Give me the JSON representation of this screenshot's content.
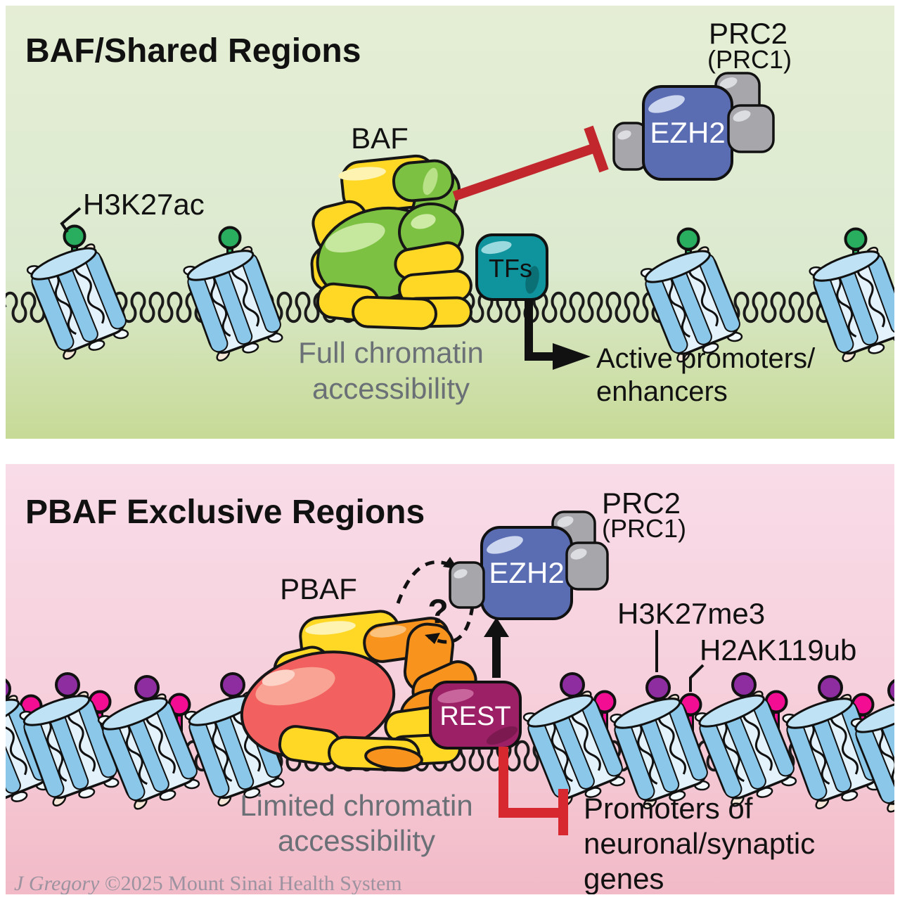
{
  "top_panel": {
    "title": "BAF/Shared Regions",
    "complex_label": "BAF",
    "histone_mark_label": "H3K27ac",
    "prc2_label": "PRC2",
    "prc1_label": "(PRC1)",
    "ezh2_label": "EZH2",
    "tfs_label": "TFs",
    "note_line1": "Full chromatin",
    "note_line2": "accessibility",
    "outcome_line1": "Active promoters/",
    "outcome_line2": "enhancers"
  },
  "bottom_panel": {
    "title": "PBAF Exclusive Regions",
    "complex_label": "PBAF",
    "prc2_label": "PRC2",
    "prc1_label": "(PRC1)",
    "ezh2_label": "EZH2",
    "rest_label": "REST",
    "question_mark": "?",
    "mark_h3k27me3_label": "H3K27me3",
    "mark_h2ak119ub_label": "H2AK119ub",
    "note_line1": "Limited chromatin",
    "note_line2": "accessibility",
    "outcome_line1": "Promoters of",
    "outcome_line2": "neuronal/synaptic",
    "outcome_line3": "genes"
  },
  "credit": {
    "artist": "J Gregory ",
    "rest": "©2025 Mount Sinai Health System"
  },
  "colors": {
    "top_panel_bg_top": "#e5eed5",
    "top_panel_bg_bottom": "#c7da96",
    "bottom_panel_bg_top": "#f8dce8",
    "bottom_panel_bg_bottom": "#f2bac7",
    "baf_yellow": "#ffd826",
    "baf_green": "#7cc142",
    "pbaf_orange": "#f8941e",
    "pbaf_red": "#f2605f",
    "ezh2_blue": "#5a6cb2",
    "subunit_gray": "#a7a7ab",
    "tfs_teal": "#0f939c",
    "rest_magenta": "#9b2066",
    "inhibition_red": "#c1272d",
    "h3k27ac_green": "#29ad5e",
    "h3k27me3_purple": "#8d2d9f",
    "h2ak119ub_pink": "#f30d93",
    "nucleosome_blue": "#8bc7e9",
    "note_gray": "#6a7076"
  }
}
